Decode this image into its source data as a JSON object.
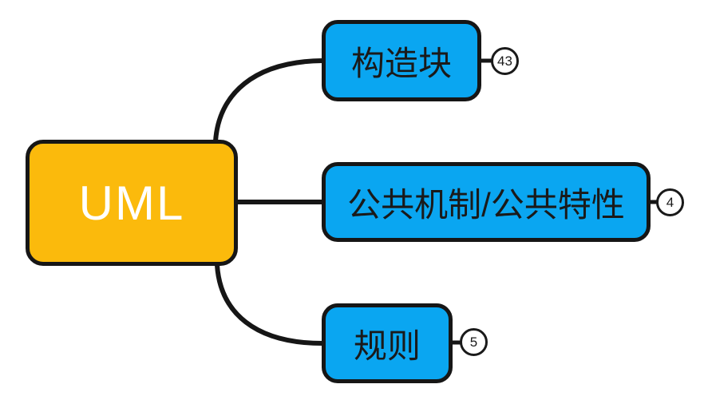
{
  "diagram": {
    "type": "mindmap",
    "root": {
      "label": "UML"
    },
    "branches": [
      {
        "label": "构造块",
        "badge": "43"
      },
      {
        "label": "公共机制/公共特性",
        "badge": "4"
      },
      {
        "label": "规则",
        "badge": "5"
      }
    ],
    "colors": {
      "root_fill": "#FBBA0C",
      "child_fill": "#0AA6F1",
      "border": "#161616",
      "root_text": "#ffffff",
      "child_text": "#1a1a1a",
      "badge_fill": "#ffffff",
      "background": "#ffffff"
    }
  }
}
